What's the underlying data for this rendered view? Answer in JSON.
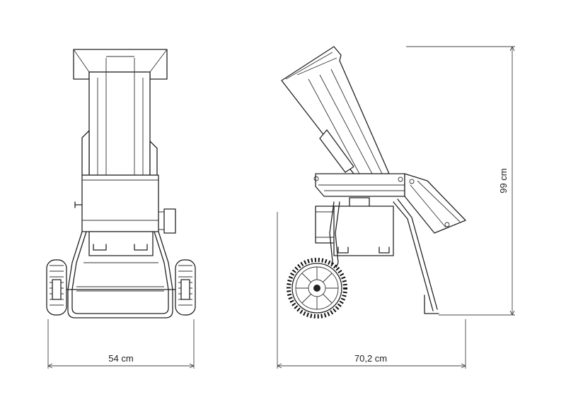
{
  "dimensions": {
    "width_front": "54 cm",
    "length_side": "70,2 cm",
    "height": "99 cm"
  }
}
